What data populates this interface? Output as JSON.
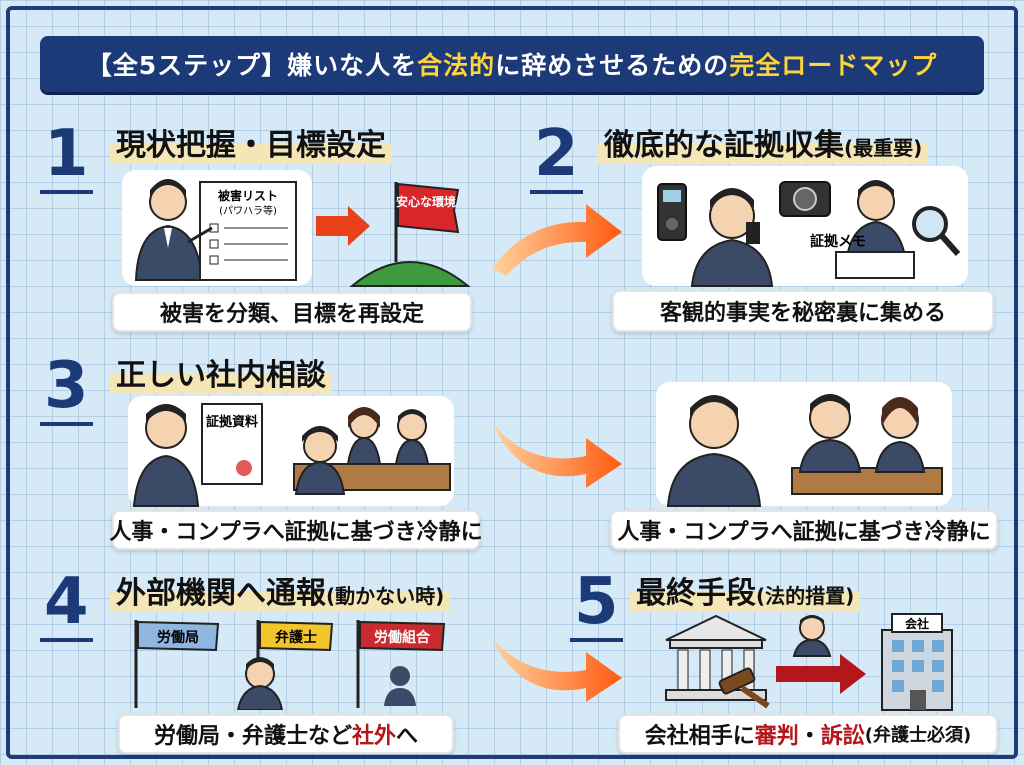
{
  "header": {
    "part1": "【全5ステップ】嫌いな人を",
    "part2": "合法的",
    "part3": "に辞めさせるための",
    "part4": "完全ロードマップ"
  },
  "steps": [
    {
      "number": "1",
      "title": "現状把握・目標設定",
      "caption": "被害を分類、目標を再設定",
      "list_title": "被害リスト",
      "list_sub": "(パワハラ等)",
      "flag_text": "安心な環境"
    },
    {
      "number": "2",
      "title": "徹底的な証拠収集",
      "title_note": "(最重要)",
      "caption": "客観的事実を秘密裏に集める",
      "memo_text": "証拠メモ"
    },
    {
      "number": "3",
      "title": "正しい社内相談",
      "caption_left": "人事・コンプラへ証拠に基づき冷静に",
      "caption_right": "人事・コンプラへ証拠に基づき冷静に",
      "doc_text": "証拠資料"
    },
    {
      "number": "4",
      "title": "外部機関へ通報",
      "title_note": "(動かない時)",
      "caption_a": "労働局・弁護士など",
      "caption_b": "社外",
      "caption_c": "へ",
      "flag1": "労働局",
      "flag2": "弁護士",
      "flag3": "労働組合"
    },
    {
      "number": "5",
      "title": "最終手段",
      "title_note": "(法的措置)",
      "caption_a": "会社相手に",
      "caption_b": "審判",
      "caption_c": "・",
      "caption_d": "訴訟",
      "caption_e": "(弁護士必須)",
      "company_label": "会社"
    }
  ],
  "colors": {
    "navy": "#1d3a78",
    "gold": "#ffd43a",
    "red": "#b3161b",
    "arrow": "#ff6a1a"
  }
}
